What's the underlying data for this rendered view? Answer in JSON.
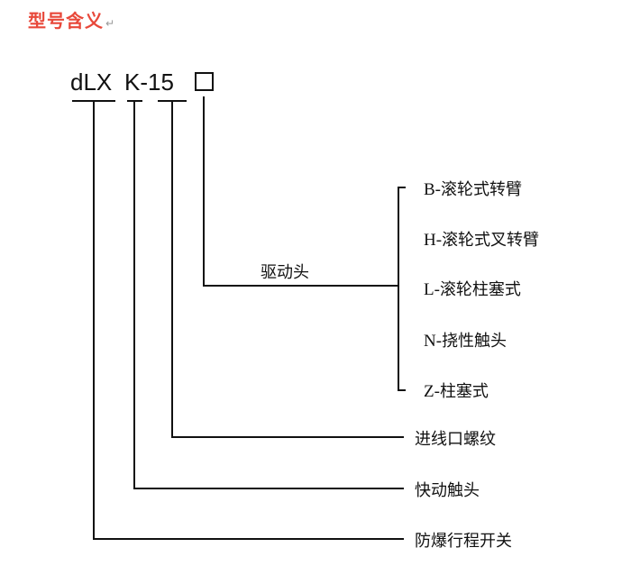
{
  "header": {
    "title": "型号含义",
    "return_mark": "↵"
  },
  "model": {
    "prefix": "dLX",
    "series": "K-15",
    "box": "□"
  },
  "drive_head": {
    "label": "驱动头",
    "options": [
      {
        "code": "B-",
        "name": "滚轮式转臂"
      },
      {
        "code": "H-",
        "name": "滚轮式叉转臂"
      },
      {
        "code": "L-",
        "name": "滚轮柱塞式"
      },
      {
        "code": "N-",
        "name": "挠性触头"
      },
      {
        "code": "Z-",
        "name": "柱塞式"
      }
    ]
  },
  "meanings": [
    {
      "label": "进线口螺纹"
    },
    {
      "label": "快动触头"
    },
    {
      "label": "防爆行程开关"
    }
  ]
}
